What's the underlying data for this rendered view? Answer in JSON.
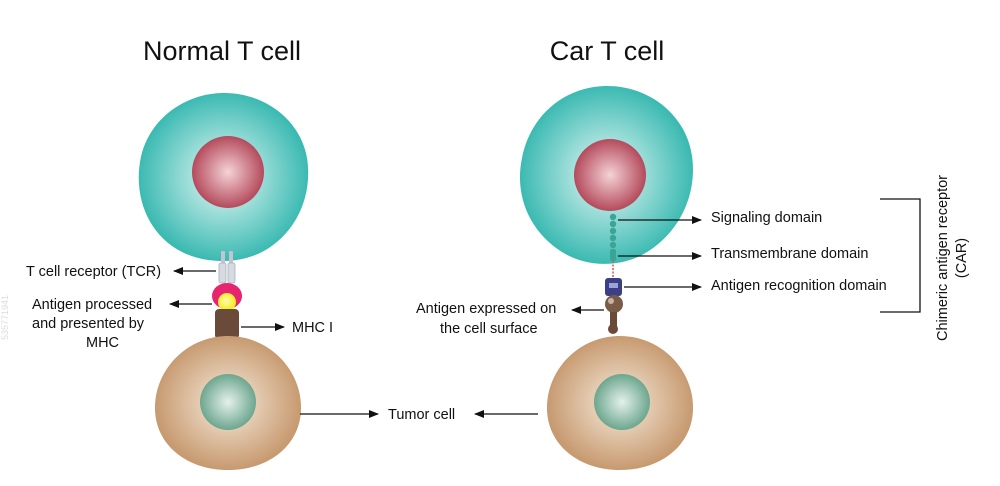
{
  "titles": {
    "normal": "Normal T cell",
    "car": "Car T cell"
  },
  "labels": {
    "tcr": "T cell receptor (TCR)",
    "antigen_processed_1": "Antigen processed",
    "antigen_processed_2": "and presented by",
    "antigen_processed_3": "MHC",
    "mhc1": "MHC I",
    "tumor_cell": "Tumor cell",
    "signaling_domain": "Signaling domain",
    "transmembrane_domain": "Transmembrane domain",
    "antigen_recognition_domain": "Antigen recognition domain",
    "antigen_expressed_1": "Antigen expressed on",
    "antigen_expressed_2": "the cell surface",
    "car_bracket_1": "Chimeric antigen receptor",
    "car_bracket_2": "(CAR)"
  },
  "watermark": "535771941",
  "colors": {
    "tcell_center": "#e8f8f6",
    "tcell_edge": "#3bbab2",
    "nucleus_center": "#f4d3d6",
    "nucleus_edge": "#b44a5c",
    "tumor_center": "#f6ebdc",
    "tumor_edge": "#c79a70",
    "tumor_nucleus_center": "#e4f1ec",
    "tumor_nucleus_edge": "#6da68e",
    "tcr": "#d0d5dc",
    "antigen_pink": "#e8236f",
    "antigen_yellow": "#f3ec12",
    "mhc": "#6a4a38",
    "car_domain": "#3aa597",
    "car_recognition": "#3b3f86"
  }
}
